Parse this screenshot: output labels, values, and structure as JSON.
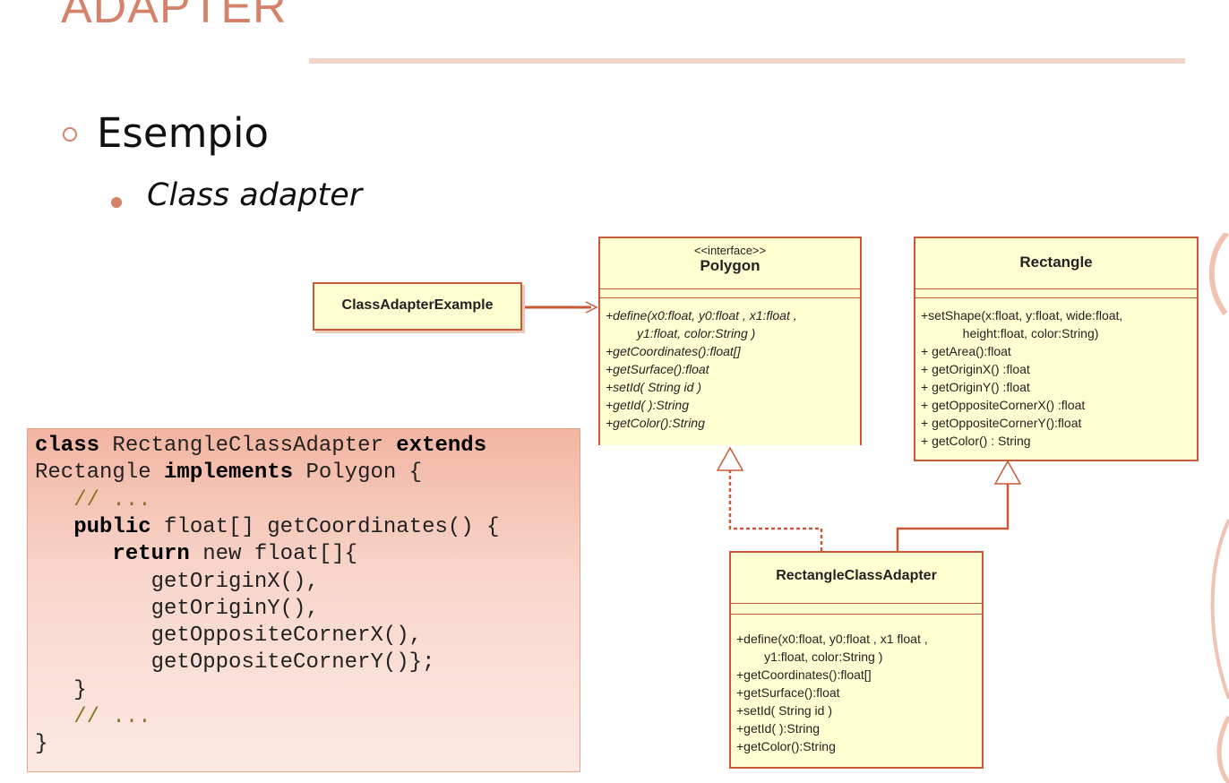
{
  "slide": {
    "title": "ADAPTER",
    "bullet1": "Esempio",
    "bullet2": "Class adapter"
  },
  "code": {
    "lines": [
      [
        {
          "t": "class",
          "k": "kw"
        },
        {
          "t": " RectangleClassAdapter ",
          "k": ""
        },
        {
          "t": "extends",
          "k": "kw"
        }
      ],
      [
        {
          "t": "Rectangle ",
          "k": ""
        },
        {
          "t": "implements",
          "k": "kw"
        },
        {
          "t": " Polygon {",
          "k": ""
        }
      ],
      [
        {
          "t": "   // ...",
          "k": "cm"
        }
      ],
      [
        {
          "t": "   ",
          "k": ""
        },
        {
          "t": "public",
          "k": "kw"
        },
        {
          "t": " float[] getCoordinates() {",
          "k": ""
        }
      ],
      [
        {
          "t": "      ",
          "k": ""
        },
        {
          "t": "return",
          "k": "kw"
        },
        {
          "t": " new float[]{",
          "k": ""
        }
      ],
      [
        {
          "t": "         getOriginX(),",
          "k": ""
        }
      ],
      [
        {
          "t": "         getOriginY(),",
          "k": ""
        }
      ],
      [
        {
          "t": "         getOppositeCornerX(),",
          "k": ""
        }
      ],
      [
        {
          "t": "         getOppositeCornerY()};",
          "k": ""
        }
      ],
      [
        {
          "t": "   }",
          "k": ""
        }
      ],
      [
        {
          "t": "   // ...",
          "k": "cm"
        }
      ],
      [
        {
          "t": "}",
          "k": ""
        }
      ]
    ]
  },
  "uml": {
    "client": {
      "name": "ClassAdapterExample"
    },
    "polygon": {
      "stereotype": "<<interface>>",
      "name": "Polygon",
      "ops": [
        "+define(x0:float, y0:float , x1:float ,",
        "         y1:float, color:String )",
        "+getCoordinates():float[]",
        "+getSurface():float",
        "+setId( String id )",
        "+getId( ):String",
        "+getColor():String"
      ]
    },
    "rectangle": {
      "name": "Rectangle",
      "ops": [
        "+setShape(x:float, y:float, wide:float,",
        "            height:float, color:String)",
        "+ getArea():float",
        "+ getOriginX() :float",
        "+ getOriginY() :float",
        "+ getOppositeCornerX() :float",
        "+ getOppositeCornerY():float",
        "+ getColor() : String"
      ]
    },
    "adapter": {
      "name": "RectangleClassAdapter",
      "ops": [
        "+define(x0:float, y0:float , x1 float ,",
        "        y1:float, color:String )",
        "+getCoordinates():float[]",
        "+getSurface():float",
        "+setId( String id )",
        "+getId( ):String",
        "+getColor():String"
      ]
    }
  },
  "colors": {
    "accent": "#d5826a",
    "uml_border": "#c85a3a",
    "uml_fill": "#ffffd2"
  }
}
